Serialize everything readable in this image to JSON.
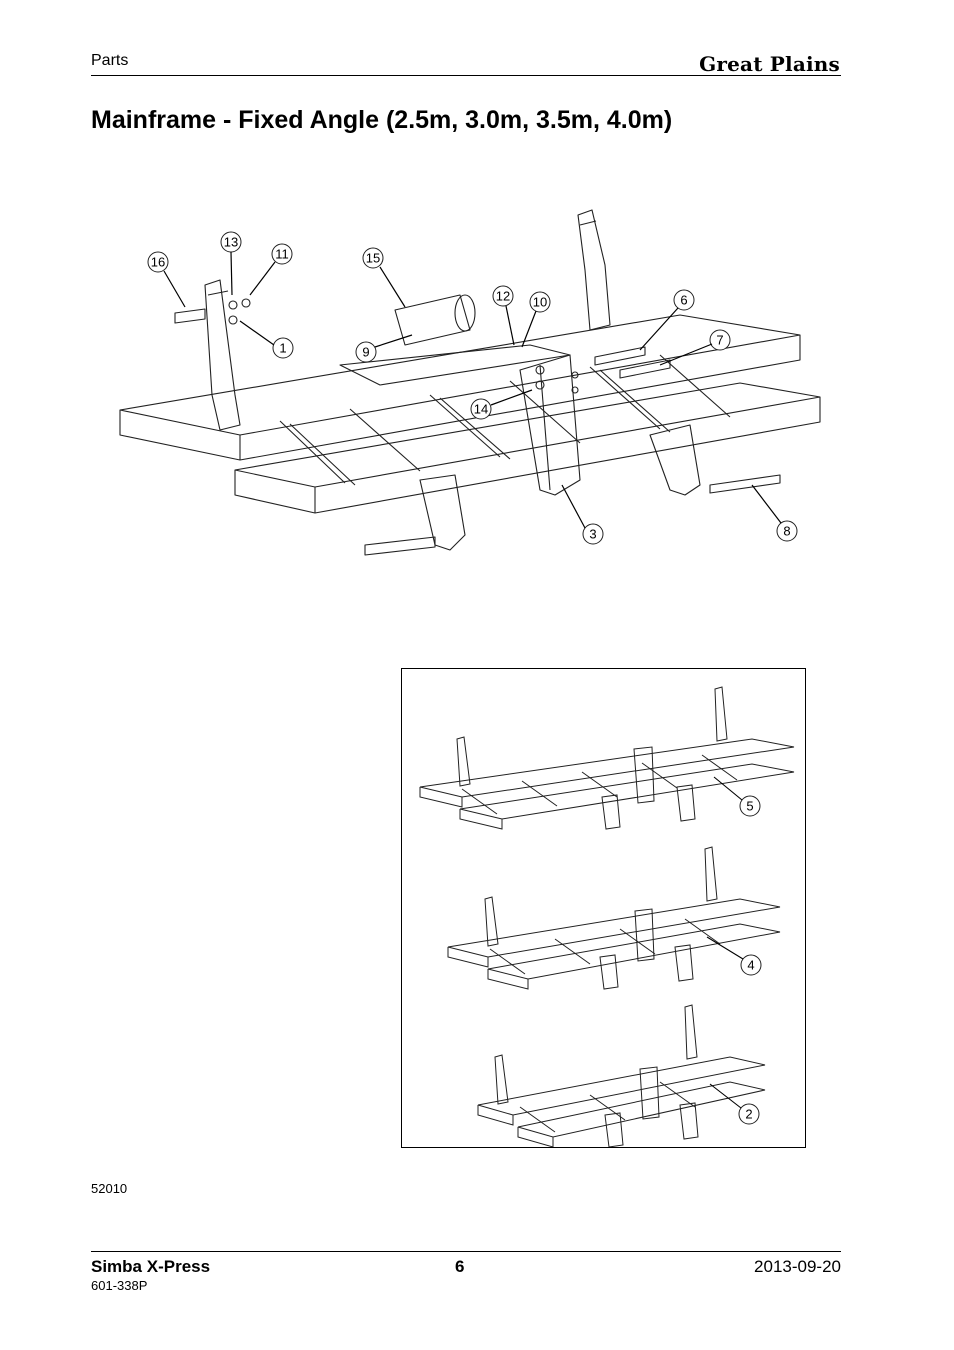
{
  "header": {
    "section": "Parts",
    "brand": "Great Plains"
  },
  "title": "Mainframe - Fixed Angle (2.5m, 3.0m, 3.5m, 4.0m)",
  "main_diagram": {
    "callouts": [
      "16",
      "13",
      "11",
      "15",
      "12",
      "10",
      "6",
      "7",
      "1",
      "9",
      "14",
      "3",
      "8"
    ]
  },
  "inset_diagram": {
    "callouts": [
      "5",
      "4",
      "2"
    ]
  },
  "figure_number": "52010",
  "footer": {
    "product": "Simba X-Press",
    "page": "6",
    "date": "2013-09-20",
    "part_number": "601-338P"
  }
}
